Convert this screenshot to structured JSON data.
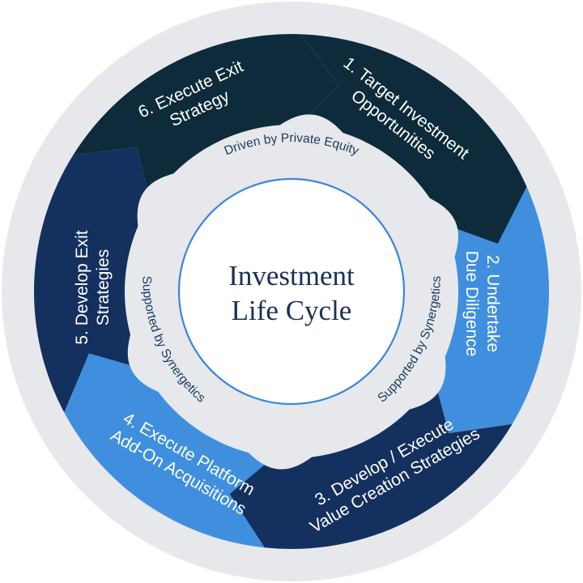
{
  "diagram": {
    "center": {
      "title_line1": "Investment",
      "title_line2": "Life Cycle"
    },
    "stages": [
      {
        "line1": "1. Target Investment",
        "line2": "Opportunities"
      },
      {
        "line1": "2. Undertake",
        "line2": "Due Diligence"
      },
      {
        "line1": "3. Develop / Execute",
        "line2": "Value Creation Strategies"
      },
      {
        "line1": "4. Execute Platform",
        "line2": "Add-On Acquisitions"
      },
      {
        "line1": "5. Develop Exit",
        "line2": "Strategies"
      },
      {
        "line1": "6. Execute Exit",
        "line2": "Strategy"
      }
    ],
    "inner_labels": {
      "top": "Driven by Private Equity",
      "right": "Supported by Synergetics",
      "left": "Supported by Synergetics"
    },
    "colors": {
      "outer_ring": "#e6e8eb",
      "inner_disk": "#e6e8eb",
      "center_circle": "#ffffff",
      "center_border": "#3b86d9",
      "stage_1": "#0d2b3a",
      "stage_2": "#3f8fde",
      "stage_3": "#14305f",
      "stage_4": "#3f8fde",
      "stage_5": "#14305f",
      "stage_6": "#0d2b3a"
    }
  }
}
